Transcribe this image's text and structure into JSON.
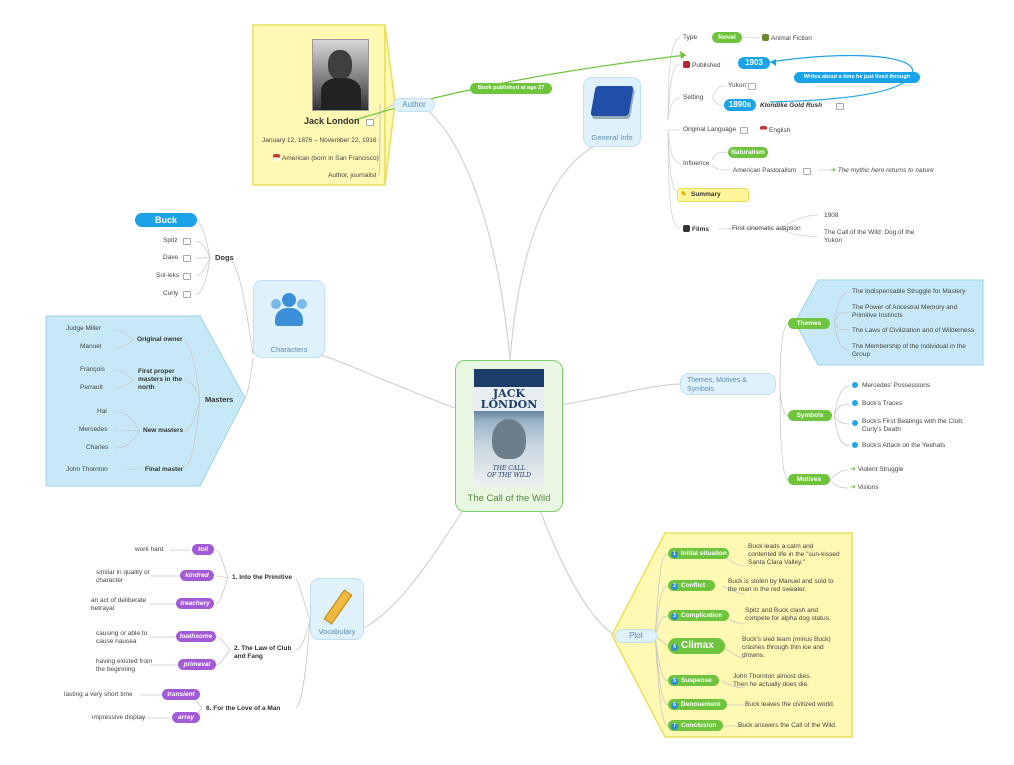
{
  "center": {
    "title": "The Call of the Wild",
    "book_author": "JACK\nLONDON",
    "book_title": "THE CALL\nOF THE WILD"
  },
  "author": {
    "branch": "Author",
    "name": "Jack London",
    "dates": "January 12, 1876 – November 22, 1916",
    "nationality": "American (born in San Francisco)",
    "occupation": "Author, journalist",
    "note": "Book published at age 27"
  },
  "general_info": {
    "branch": "General Info",
    "type_label": "Type",
    "type_value": "Novel",
    "type_genre": "Animal Fiction",
    "published_label": "Published",
    "published_value": "1903",
    "published_note": "Writes about a time he just lived through",
    "setting_label": "Setting",
    "setting_place": "Yukon",
    "setting_time": "1890s",
    "setting_event": "Klondike Gold Rush",
    "language_label": "Original Language",
    "language_value": "English",
    "influence_label": "Influence",
    "influence_1": "Naturalism",
    "influence_2": "American Pastoralism",
    "influence_2_note": "The mythic hero returns to nature",
    "summary": "Summary",
    "films_label": "Films",
    "films_first": "First cinematic adaption",
    "film_1": "1908",
    "film_2": "The Call of the Wild: Dog of the Yukon"
  },
  "themes": {
    "branch": "Themes, Motives & Symbols",
    "themes_label": "Themes",
    "themes_items": [
      "The Indispensable Struggle for Mastery",
      "The Power of Ancestral Memory and Primitive Instincts",
      "The Laws of Civilization and of Wilderness",
      "The Membership of the Individual in the Group"
    ],
    "symbols_label": "Symbols",
    "symbols_items": [
      "Mercedes' Possessions",
      "Buck's Traces",
      "Buck's First Beatings with the Club; Curly's Death",
      "Buck's Attack on the Yeehats"
    ],
    "motives_label": "Motives",
    "motives_items": [
      "Violent Struggle",
      "Visions"
    ]
  },
  "characters": {
    "branch": "Characters",
    "buck": "Buck",
    "dogs_label": "Dogs",
    "dogs": [
      "Spitz",
      "Dave",
      "Sol-leks",
      "Curly"
    ],
    "masters_label": "Masters",
    "original_owner_label": "Original owner",
    "original_owners": [
      "Judge Miller",
      "Manuel"
    ],
    "first_masters_label": "First proper masters in the north",
    "first_masters": [
      "François",
      "Perrault"
    ],
    "new_masters_label": "New masters",
    "new_masters": [
      "Hal",
      "Mercedes",
      "Charles"
    ],
    "final_master_label": "Final master",
    "final_master": "John Thornton"
  },
  "vocabulary": {
    "branch": "Vocabulary",
    "chapter_1": "1. Into the Primitive",
    "chapter_2": "2. The Law of Club and Fang",
    "chapter_6": "6. For the Love of a Man",
    "words": [
      {
        "word": "toil",
        "def": "work hard"
      },
      {
        "word": "kindred",
        "def": "similar in quality or character"
      },
      {
        "word": "treachery",
        "def": "an act of deliberate betrayal"
      },
      {
        "word": "loathsome",
        "def": "causing or able to cause nausea"
      },
      {
        "word": "primeval",
        "def": "having existed from the beginning"
      },
      {
        "word": "transient",
        "def": "lasting a very short time"
      },
      {
        "word": "array",
        "def": "impressive display"
      }
    ]
  },
  "plot": {
    "branch": "Plot",
    "stages": [
      {
        "n": "1",
        "label": "Initial situation",
        "text": "Buck leads a calm and contented life in the \"sun-kissed Santa Clara Valley.\""
      },
      {
        "n": "2",
        "label": "Conflict",
        "text": "Buck is stolen by Manuel and sold to the man in the red sweater."
      },
      {
        "n": "3",
        "label": "Complication",
        "text": "Spitz and Buck clash and compete for alpha dog status."
      },
      {
        "n": "4",
        "label": "Climax",
        "text": "Buck's sled team (minus Buck) crashes through thin ice and drowns."
      },
      {
        "n": "5",
        "label": "Suspense",
        "text": "John Thornton almost dies. Then he actually does die."
      },
      {
        "n": "6",
        "label": "Denouement",
        "text": "Buck leaves the civilized world."
      },
      {
        "n": "7",
        "label": "Conclusion",
        "text": "Buck answers the Call of the Wild."
      }
    ]
  },
  "colors": {
    "branch_fill": "#dff1fb",
    "yellow_panel": "#fff9b3",
    "yellow_border": "#e8e05a",
    "blue_panel": "#c7e9f7",
    "green_pill": "#6ec43d",
    "purple_pill": "#a35ad6",
    "blue_pill": "#1aa3e8"
  }
}
